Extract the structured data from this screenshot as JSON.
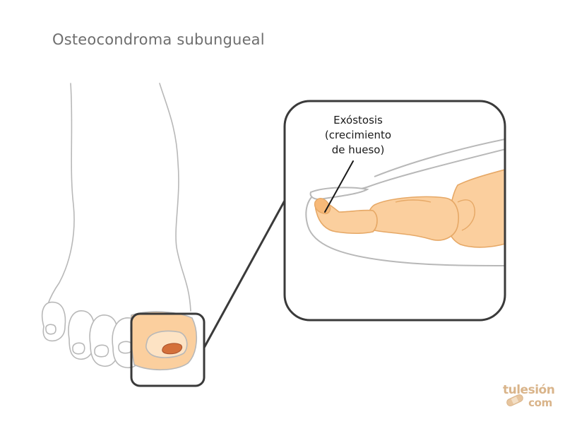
{
  "title": "Osteocondroma subungueal",
  "callout": {
    "lines": [
      "Exóstosis",
      "(crecimiento",
      "de hueso)"
    ]
  },
  "logo": {
    "line1": "tulesión",
    "line2": "com",
    "icon": "bandage-icon"
  },
  "colors": {
    "outline": "#b8b8b8",
    "frame": "#3a3a3a",
    "skin": "#fbcf9e",
    "bone_stroke": "#e6a866",
    "lesion": "#d4703a",
    "title_text": "#6e6e6e",
    "logo": "#d9b48a"
  }
}
